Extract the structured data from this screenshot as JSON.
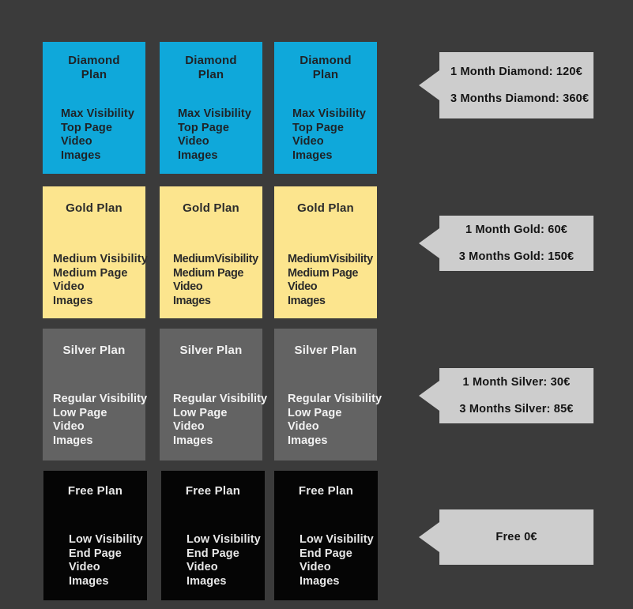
{
  "background_color": "#3b3b3b",
  "plans": [
    {
      "key": "diamond",
      "title": "Diamond\nPlan",
      "color": "#0fa8da",
      "text_color": "#1f2327",
      "features": [
        "Max Visibility",
        "Top Page",
        "Video",
        "Images"
      ]
    },
    {
      "key": "gold",
      "title": "Gold Plan",
      "color": "#fce58e",
      "text_color": "#2b2b2b",
      "features": [
        "Medium Visibility",
        "Medium Page",
        "Video",
        "Images"
      ],
      "features_condensed": [
        "MediumVisibility",
        "Medium Page",
        "Video",
        "Images"
      ]
    },
    {
      "key": "silver",
      "title": "Silver Plan",
      "color": "#636363",
      "text_color": "#f2f2f2",
      "features": [
        "Regular Visibility",
        "Low Page",
        "Video",
        "Images"
      ]
    },
    {
      "key": "free",
      "title": "Free Plan",
      "color": "#050505",
      "text_color": "#e8e8e8",
      "features": [
        "Low Visibility",
        "End Page",
        "Video",
        "Images"
      ]
    }
  ],
  "cards": {
    "diamond_1": {
      "title": "Diamond\nPlan",
      "f0": "Max Visibility",
      "f1": "Top Page",
      "f2": "Video",
      "f3": "Images"
    },
    "diamond_2": {
      "title": "Diamond\nPlan",
      "f0": "Max Visibility",
      "f1": "Top Page",
      "f2": "Video",
      "f3": "Images"
    },
    "diamond_3": {
      "title": "Diamond\nPlan",
      "f0": "Max Visibility",
      "f1": "Top Page",
      "f2": "Video",
      "f3": "Images"
    },
    "gold_1": {
      "title": "Gold Plan",
      "f0": "Medium Visibility",
      "f1": "Medium Page",
      "f2": "Video",
      "f3": "Images"
    },
    "gold_2": {
      "title": "Gold Plan",
      "f0": "MediumVisibility",
      "f1": "Medium Page",
      "f2": "Video",
      "f3": "Images"
    },
    "gold_3": {
      "title": "Gold Plan",
      "f0": "MediumVisibility",
      "f1": "Medium Page",
      "f2": "Video",
      "f3": "Images"
    },
    "silver_1": {
      "title": "Silver Plan",
      "f0": "Regular Visibility",
      "f1": "Low Page",
      "f2": "Video",
      "f3": "Images"
    },
    "silver_2": {
      "title": "Silver Plan",
      "f0": "Regular Visibility",
      "f1": "Low Page",
      "f2": "Video",
      "f3": "Images"
    },
    "silver_3": {
      "title": "Silver Plan",
      "f0": "Regular Visibility",
      "f1": "Low Page",
      "f2": "Video",
      "f3": "Images"
    },
    "free_1": {
      "title": "Free Plan",
      "f0": "Low Visibility",
      "f1": "End Page",
      "f2": "Video",
      "f3": "Images"
    },
    "free_2": {
      "title": "Free Plan",
      "f0": "Low Visibility",
      "f1": "End Page",
      "f2": "Video",
      "f3": "Images"
    },
    "free_3": {
      "title": "Free Plan",
      "f0": "Low Visibility",
      "f1": "End Page",
      "f2": "Video",
      "f3": "Images"
    }
  },
  "callouts": {
    "diamond": {
      "line1": "1 Month Diamond: 120€",
      "line2": "3 Months Diamond: 360€"
    },
    "gold": {
      "line1": "1 Month Gold: 60€",
      "line2": "3 Months Gold: 150€"
    },
    "silver": {
      "line1": "1 Month Silver: 30€",
      "line2": "3 Months Silver: 85€"
    },
    "free": {
      "line1": "Free 0€"
    }
  },
  "pricing": {
    "currency": "€",
    "items": [
      {
        "plan": "Diamond",
        "duration": "1 Month",
        "price": 120
      },
      {
        "plan": "Diamond",
        "duration": "3 Months",
        "price": 360
      },
      {
        "plan": "Gold",
        "duration": "1 Month",
        "price": 60
      },
      {
        "plan": "Gold",
        "duration": "3 Months",
        "price": 150
      },
      {
        "plan": "Silver",
        "duration": "1 Month",
        "price": 30
      },
      {
        "plan": "Silver",
        "duration": "3 Months",
        "price": 85
      },
      {
        "plan": "Free",
        "duration": "",
        "price": 0
      }
    ]
  }
}
